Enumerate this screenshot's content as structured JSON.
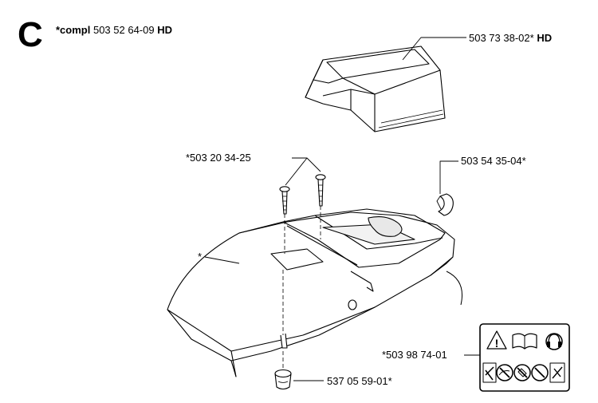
{
  "section_letter": "C",
  "assembly": {
    "prefix": "*compl",
    "number": "503 52 64-09",
    "suffix": "HD"
  },
  "callouts": {
    "top_cover": {
      "number": "503 73 38-02*",
      "suffix": "HD"
    },
    "screws": "*503 20 34-25",
    "clip": "503 54 35-04*",
    "main_cover": "*",
    "decal": "*503 98 74-01",
    "grommet": "537 05 59-01*"
  },
  "colors": {
    "line": "#000000",
    "fill": "#ffffff",
    "shade": "#e8e8e8"
  },
  "icons": [
    "warning-icon",
    "manual-book-icon",
    "ear-protection-icon",
    "no-one-hand-icon",
    "kickback-icon",
    "gloves-icon",
    "chainsaw-hazard-icon"
  ]
}
